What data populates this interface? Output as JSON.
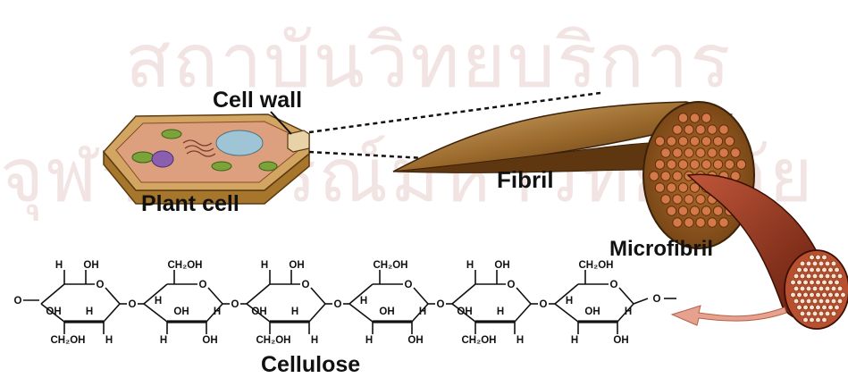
{
  "labels": {
    "cell_wall": "Cell wall",
    "plant_cell": "Plant cell",
    "fibril": "Fibril",
    "microfibril": "Microfibril",
    "cellulose": "Cellulose"
  },
  "watermark": {
    "line1": "สถาบันวิทยบริการ",
    "line2": "จุฬาลงกรณ์มหาวิทยาลัย"
  },
  "cellulose_chain": {
    "end_group": "O",
    "linkage_atom": "O",
    "ring_atom": "O",
    "hydrogen": "H",
    "hydroxyl": "OH",
    "hydroxymethyl": "CH₂OH",
    "ring_count": 6
  },
  "colors": {
    "fibril_brown": "#8b5a1f",
    "microfibril_red": "#a8442a",
    "cell_wall_tan": "#c69a58",
    "arrow_pink": "#e6a28e",
    "watermark": "#f3e4e4"
  }
}
